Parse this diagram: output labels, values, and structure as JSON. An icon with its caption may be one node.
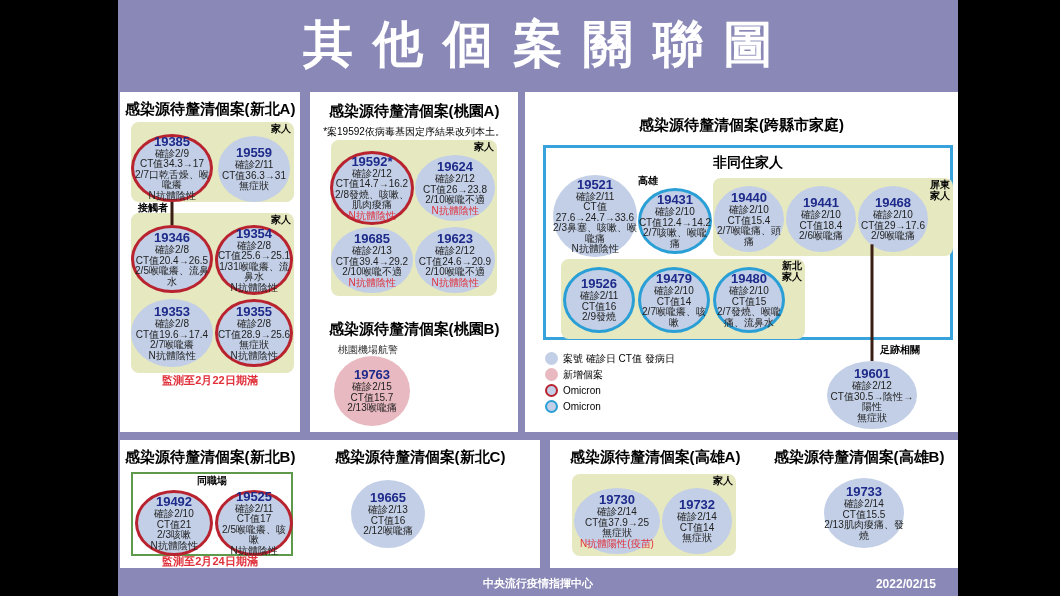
{
  "diagram": {
    "title": "其他個案關聯圖",
    "nodes": [
      {
        "text": [
          "感染源待釐清個案(新北A)",
          "監測至2月22日期滿"
        ]
      },
      {
        "text": [
          "家人"
        ],
        "in": 0
      },
      {
        "text": [
          "19385",
          "確診2/9",
          "CT值34.3→17",
          "2/7口乾舌燥、喉嚨癢",
          "N抗體陰性"
        ],
        "in": 1
      },
      {
        "text": [
          "19559",
          "確診2/11",
          "CT值36.3→31",
          "無症狀"
        ],
        "in": 1
      },
      {
        "text": [
          "家人"
        ],
        "in": 0
      },
      {
        "text": [
          "19346",
          "確診2/8",
          "CT值20.4→26.5",
          "2/5喉嚨癢、流鼻水"
        ],
        "in": 4
      },
      {
        "text": [
          "19354",
          "確診2/8",
          "CT值25.6→25.1",
          "1/31喉嚨癢、流鼻水",
          "N抗體陰性"
        ],
        "in": 4
      },
      {
        "text": [
          "19353",
          "確診2/8",
          "CT值19.6→17.4",
          "2/7喉嚨癢",
          "N抗體陰性"
        ],
        "in": 4
      },
      {
        "text": [
          "19355",
          "確診2/8",
          "CT值28.9→25.6",
          "無症狀",
          "N抗體陰性"
        ],
        "in": 4
      },
      {
        "text": [
          "感染源待釐清個案(桃園A)",
          "*案19592依病毒基因定序結果改列本土。"
        ]
      },
      {
        "text": [
          "家人"
        ],
        "in": 9
      },
      {
        "text": [
          "19592*",
          "確診2/12",
          "CT值14.7→16.2",
          "2/8發燒、咳嗽、肌肉痠痛",
          "N抗體陰性"
        ],
        "in": 10
      },
      {
        "text": [
          "19624",
          "確診2/12",
          "CT值26→23.8",
          "2/10喉嚨不適",
          "N抗體陰性"
        ],
        "in": 10
      },
      {
        "text": [
          "19685",
          "確診2/13",
          "CT值39.4→29.2",
          "2/10喉嚨不適",
          "N抗體陰性"
        ],
        "in": 10
      },
      {
        "text": [
          "19623",
          "確診2/12",
          "CT值24.6→20.9",
          "2/10喉嚨不適",
          "N抗體陰性"
        ],
        "in": 10
      },
      {
        "text": [
          "感染源待釐清個案(桃園B)",
          "桃園機場航警"
        ]
      },
      {
        "text": [
          "19763",
          "確診2/15",
          "CT值15.7",
          "2/13喉嚨痛"
        ],
        "in": 15
      },
      {
        "text": [
          "感染源待釐清個案(跨縣市家庭)"
        ]
      },
      {
        "text": [
          "非同住家人"
        ],
        "in": 17
      },
      {
        "text": [
          "19521",
          "確診2/11",
          "CT值27.6→24.7→33.6",
          "2/3鼻塞、咳嗽、喉嚨痛",
          "N抗體陰性"
        ],
        "beside": [
          "高雄"
        ],
        "in": 18
      },
      {
        "text": [
          "19431",
          "確診2/10",
          "CT值12.4→14.2",
          "2/7咳嗽、喉嚨痛"
        ],
        "in": 18
      },
      {
        "text": [
          "屏東家人"
        ],
        "in": 18
      },
      {
        "text": [
          "19440",
          "確診2/10",
          "CT值15.4",
          "2/7喉嚨痛、頭痛"
        ],
        "in": 21
      },
      {
        "text": [
          "19441",
          "確診2/10",
          "CT值18.4",
          "2/6喉嚨痛"
        ],
        "in": 21
      },
      {
        "text": [
          "19468",
          "確診2/10",
          "CT值29→17.6",
          "2/9喉嚨痛"
        ],
        "in": 21
      },
      {
        "text": [
          "新北家人"
        ],
        "in": 18
      },
      {
        "text": [
          "19526",
          "確診2/11",
          "CT值16",
          "2/9發燒"
        ],
        "in": 25
      },
      {
        "text": [
          "19479",
          "確診2/10",
          "CT值14",
          "2/7喉嚨癢、咳嗽"
        ],
        "in": 25
      },
      {
        "text": [
          "19480",
          "確診2/10",
          "CT值15",
          "2/7發燒、喉嚨痛、流鼻水"
        ],
        "in": 25
      },
      {
        "text": [
          "19601",
          "確診2/12",
          "CT值30.5→陰性→陽性",
          "無症狀"
        ],
        "in": 17
      },
      {
        "text": [
          "感染源待釐清個案(新北B)",
          "監測至2月24日期滿"
        ]
      },
      {
        "text": [
          "同職場"
        ],
        "in": 30
      },
      {
        "text": [
          "19492",
          "確診2/10",
          "CT值21",
          "2/3咳嗽",
          "N抗體陰性"
        ],
        "in": 31
      },
      {
        "text": [
          "19525",
          "確診2/11",
          "CT值17",
          "2/5喉嚨癢、咳嗽",
          "N抗體陰性"
        ],
        "in": 31
      },
      {
        "text": [
          "感染源待釐清個案(新北C)"
        ]
      },
      {
        "text": [
          "19665",
          "確診2/13",
          "CT值16",
          "2/12喉嚨痛"
        ],
        "in": 34
      },
      {
        "text": [
          "感染源待釐清個案(高雄A)"
        ]
      },
      {
        "text": [
          "家人"
        ],
        "in": 36
      },
      {
        "text": [
          "19730",
          "確診2/14",
          "CT值37.9→25",
          "無症狀",
          "N抗體陽性(疫苗)"
        ],
        "in": 37
      },
      {
        "text": [
          "19732",
          "確診2/14",
          "CT值14",
          "無症狀"
        ],
        "in": 37
      },
      {
        "text": [
          "感染源待釐清個案(高雄B)"
        ]
      },
      {
        "text": [
          "19733",
          "確診2/14",
          "CT值15.5",
          "2/13肌肉痠痛、發燒"
        ],
        "in": 40
      }
    ],
    "edges": [
      {
        "from": 2,
        "to": 5,
        "arrow": "none",
        "label": "接觸者"
      },
      {
        "from": 24,
        "to": 29,
        "arrow": "none",
        "label": "足跡相關"
      }
    ],
    "labels": [
      "中央流行疫情指揮中心",
      "2022/02/15"
    ],
    "legend": [
      {
        "text": "案號 確診日 CT值 發病日",
        "color": "#c2cfe6"
      },
      {
        "text": "新增個案",
        "color": "#e8b9c0"
      },
      {
        "text": "Omicron"
      },
      {
        "text": "Omicron"
      }
    ]
  }
}
